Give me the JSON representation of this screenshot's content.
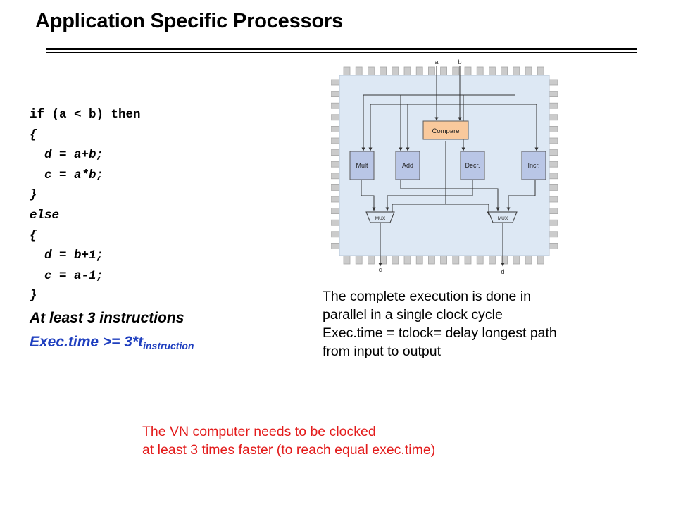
{
  "title": "Application Specific Processors",
  "code": {
    "lines": [
      "if (a < b) then",
      "{",
      "  d = a+b;",
      "  c = a*b;",
      "}",
      "else",
      "{",
      "  d = b+1;",
      "  c = a-1;",
      "}"
    ]
  },
  "notes": {
    "instructions": "At least 3 instructions",
    "exec_main": "Exec.time >= 3*t",
    "exec_sub": "instruction"
  },
  "diagram": {
    "inputs": [
      "a",
      "b"
    ],
    "outputs": [
      "c",
      "d"
    ],
    "compare_label": "Compare",
    "unit_labels": [
      "Mult",
      "Add",
      "Decr.",
      "Incr."
    ],
    "mux_label": "MUX",
    "colors": {
      "chip": "#dde8f4",
      "unit": "#b9c6e6",
      "compare": "#f9c99c",
      "pin": "#cbcbcb"
    }
  },
  "description": [
    "The complete execution is done in",
    "parallel in a single clock cycle",
    "Exec.time = tclock= delay longest path",
    "from input to output"
  ],
  "conclusion": [
    "The VN computer needs to be clocked",
    "at least 3 times faster (to reach equal exec.time)"
  ]
}
